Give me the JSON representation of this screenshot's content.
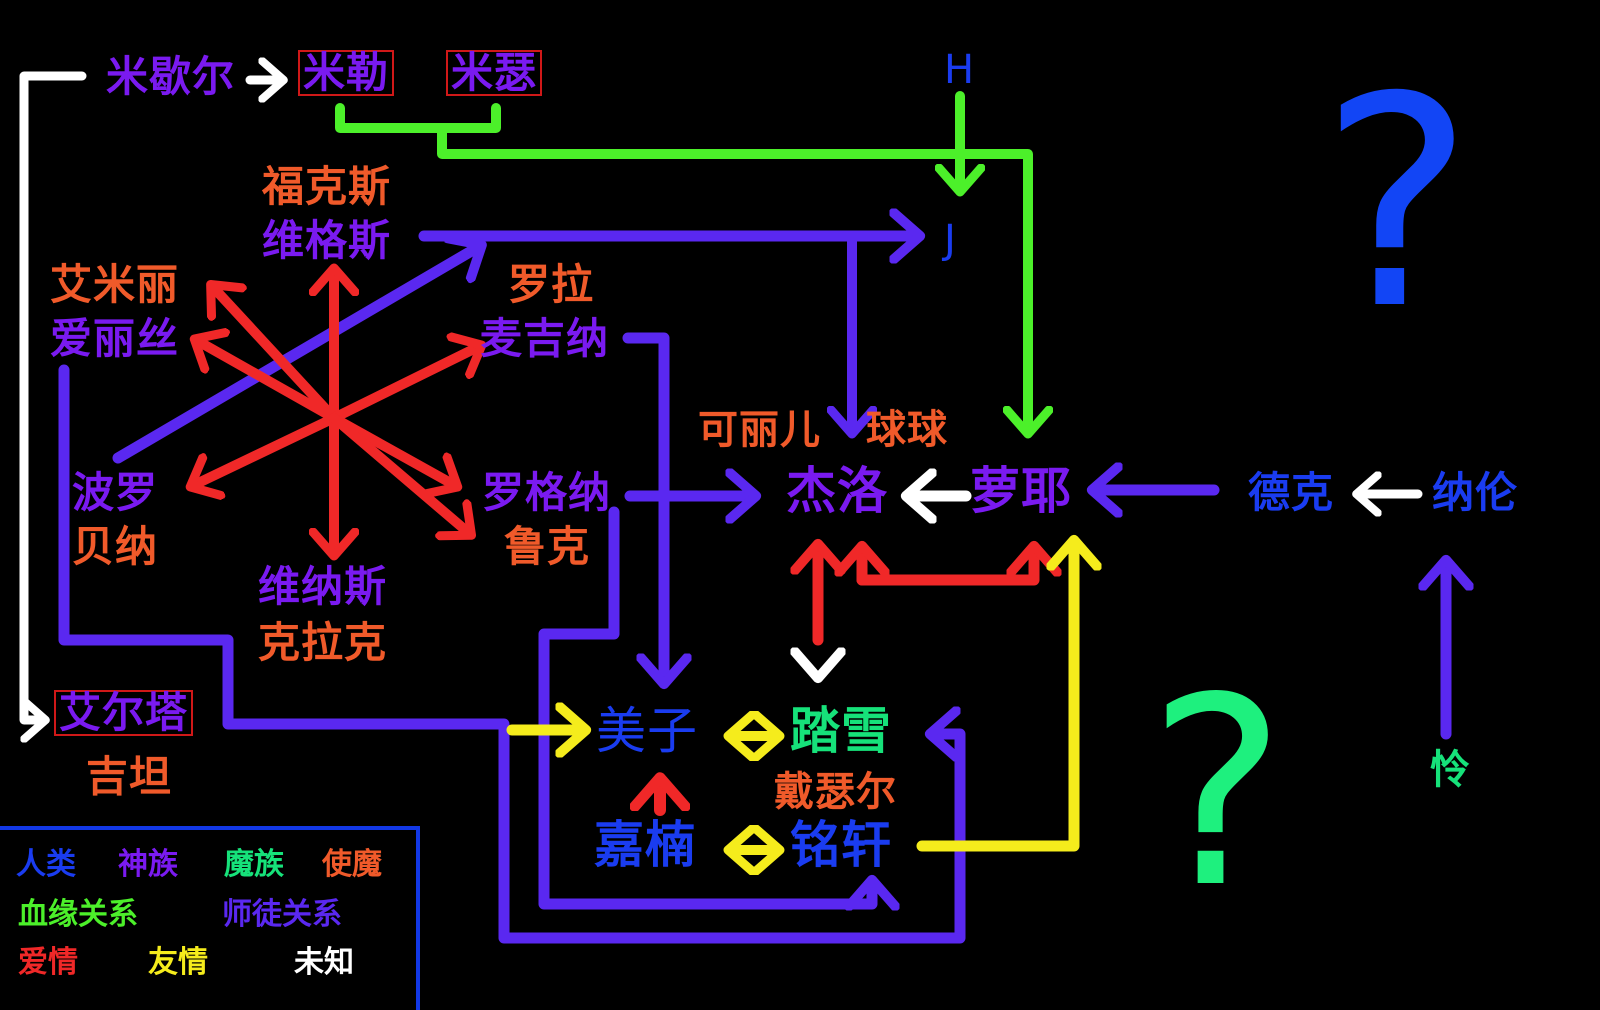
{
  "colors": {
    "human": "#1a3cf0",
    "god": "#7a1af0",
    "demon": "#16e27a",
    "familiar": "#f05a2a",
    "blood": "#4cf02a",
    "mentor": "#5a28f0",
    "love": "#f02828",
    "friendship": "#f5ec1c",
    "unknown": "#ffffff"
  },
  "nodes": {
    "michel": "米歇尔",
    "miller": "米勒",
    "mise": "米瑟",
    "h": "H",
    "j": "J",
    "fox": "福克斯",
    "vegas": "维格斯",
    "emily": "艾米丽",
    "alice": "爱丽丝",
    "lola": "罗拉",
    "magina": "麦吉纳",
    "kelly": "可丽儿",
    "qiuqiu": "球球",
    "jieluo": "杰洛",
    "luoye": "萝耶",
    "dek": "德克",
    "nalun": "纳伦",
    "boluo": "波罗",
    "beina": "贝纳",
    "rogner": "罗格纳",
    "luke": "鲁克",
    "venus": "维纳斯",
    "klak": "克拉克",
    "erta": "艾尔塔",
    "jitan": "吉坦",
    "meizi": "美子",
    "taxue": "踏雪",
    "daiser": "戴瑟尔",
    "jianan": "嘉楠",
    "mingxuan": "铭轩",
    "ling": "怜"
  },
  "question_marks": [
    "?",
    "?"
  ],
  "legend": {
    "races": [
      "人类",
      "神族",
      "魔族",
      "使魔"
    ],
    "relations": [
      "血缘关系",
      "师徒关系"
    ],
    "feelings": [
      "爱情",
      "友情",
      "未知"
    ]
  }
}
